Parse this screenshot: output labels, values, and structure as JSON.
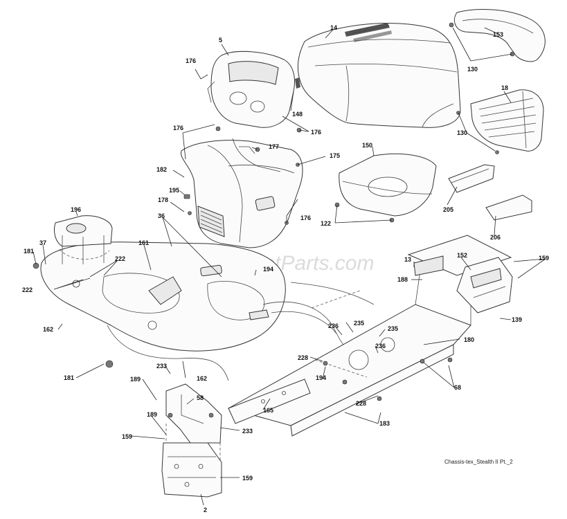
{
  "diagram": {
    "watermark": "eReplacementParts.com",
    "caption": "Chassis-tex_Stealth II Pt._2",
    "callouts": [
      {
        "id": "c14",
        "label": "14"
      },
      {
        "id": "c153",
        "label": "153"
      },
      {
        "id": "c5",
        "label": "5"
      },
      {
        "id": "c176a",
        "label": "176"
      },
      {
        "id": "c130a",
        "label": "130"
      },
      {
        "id": "c18",
        "label": "18"
      },
      {
        "id": "c148",
        "label": "148"
      },
      {
        "id": "c176b",
        "label": "176"
      },
      {
        "id": "c176c",
        "label": "176"
      },
      {
        "id": "c130b",
        "label": "130"
      },
      {
        "id": "c177",
        "label": "177"
      },
      {
        "id": "c175",
        "label": "175"
      },
      {
        "id": "c150",
        "label": "150"
      },
      {
        "id": "c182",
        "label": "182"
      },
      {
        "id": "c195",
        "label": "195"
      },
      {
        "id": "c178",
        "label": "178"
      },
      {
        "id": "c176d",
        "label": "176"
      },
      {
        "id": "c205",
        "label": "205"
      },
      {
        "id": "c196",
        "label": "196"
      },
      {
        "id": "c122",
        "label": "122"
      },
      {
        "id": "c36",
        "label": "36"
      },
      {
        "id": "c206",
        "label": "206"
      },
      {
        "id": "c37",
        "label": "37"
      },
      {
        "id": "c161",
        "label": "161"
      },
      {
        "id": "c181a",
        "label": "181"
      },
      {
        "id": "c222a",
        "label": "222"
      },
      {
        "id": "c13",
        "label": "13"
      },
      {
        "id": "c152",
        "label": "152"
      },
      {
        "id": "c159a",
        "label": "159"
      },
      {
        "id": "c194a",
        "label": "194"
      },
      {
        "id": "c188",
        "label": "188"
      },
      {
        "id": "c222b",
        "label": "222"
      },
      {
        "id": "c139",
        "label": "139"
      },
      {
        "id": "c162a",
        "label": "162"
      },
      {
        "id": "c236a",
        "label": "236"
      },
      {
        "id": "c235a",
        "label": "235"
      },
      {
        "id": "c235b",
        "label": "235"
      },
      {
        "id": "c180",
        "label": "180"
      },
      {
        "id": "c236b",
        "label": "236"
      },
      {
        "id": "c228a",
        "label": "228"
      },
      {
        "id": "c181b",
        "label": "181"
      },
      {
        "id": "c233a",
        "label": "233"
      },
      {
        "id": "c162b",
        "label": "162"
      },
      {
        "id": "c194b",
        "label": "194"
      },
      {
        "id": "c68",
        "label": "68"
      },
      {
        "id": "c189a",
        "label": "189"
      },
      {
        "id": "c58",
        "label": "58"
      },
      {
        "id": "c228b",
        "label": "228"
      },
      {
        "id": "c165",
        "label": "165"
      },
      {
        "id": "c183",
        "label": "183"
      },
      {
        "id": "c189b",
        "label": "189"
      },
      {
        "id": "c233b",
        "label": "233"
      },
      {
        "id": "c159b",
        "label": "159"
      },
      {
        "id": "c159c",
        "label": "159"
      },
      {
        "id": "c2",
        "label": "2"
      }
    ]
  }
}
